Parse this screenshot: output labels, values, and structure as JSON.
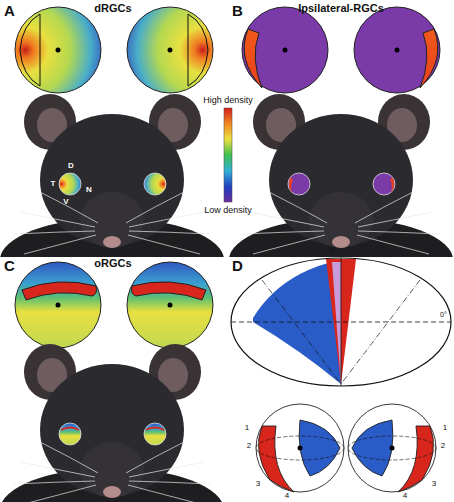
{
  "diagram": {
    "labels": [
      "A",
      "dRGCs",
      "B",
      "Ipsilateral-RGCs",
      "D",
      "T",
      "N",
      "V",
      "High density",
      "Low density",
      "C",
      "oRGCs",
      "D",
      "0°",
      "0°",
      "1",
      "2",
      "3",
      "4",
      "1",
      "2",
      "3",
      "4"
    ]
  }
}
